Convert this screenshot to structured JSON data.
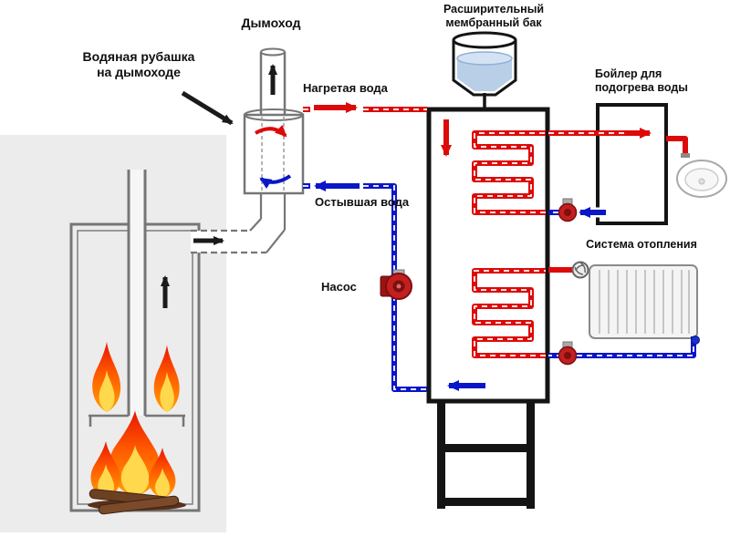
{
  "diagram": {
    "labels": {
      "chimney": "Дымоход",
      "water_jacket": {
        "line1": "Водяная рубашка",
        "line2": "на дымоходе"
      },
      "heated_water": "Нагретая вода",
      "cooled_water": "Остывшая вода",
      "expansion_tank": {
        "line1": "Расширительный",
        "line2": "мембранный бак"
      },
      "boiler": {
        "line1": "Бойлер для",
        "line2": "подогрева воды"
      },
      "heating_system": "Система отопления",
      "pump": "Насос"
    },
    "colors": {
      "hot_pipe": "#dd0a0a",
      "cold_pipe": "#0a16c8",
      "outline": "#141414",
      "sketch": "#767676",
      "flame_core": "#ffd84d",
      "water": "#b9cfe8"
    },
    "icons": [
      "flame-icon",
      "pump-icon",
      "radiator-icon",
      "sink-icon",
      "expansion-tank-icon",
      "flow-arrow-icon",
      "water-jacket-icon"
    ]
  }
}
